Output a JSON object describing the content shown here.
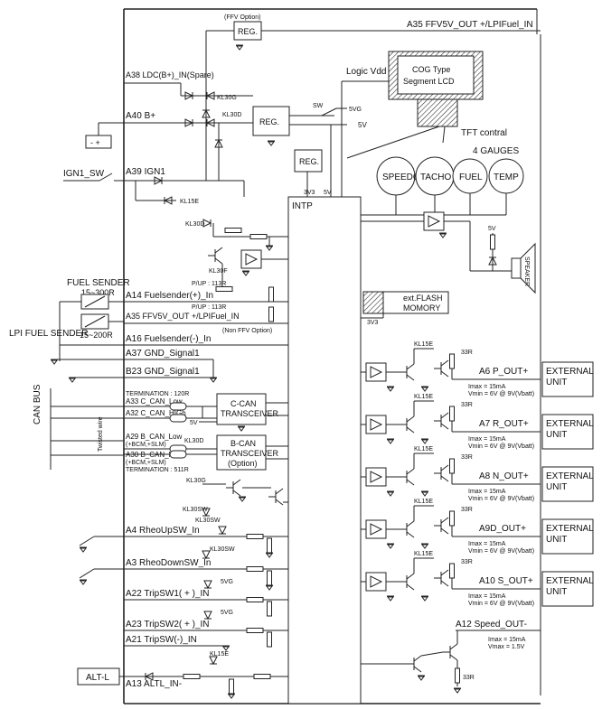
{
  "top": {
    "ffv_option": "(FFV Option)",
    "reg1": "REG.",
    "a35_out": "A35 FFV5V_OUT +/LPIFuel_IN",
    "logic_vdd": "Logic Vdd",
    "lcd_line1": "COG Type",
    "lcd_line2": "Segment LCD",
    "tft_contral": "TFT contral",
    "four_gauges": "4 GAUGES",
    "a38": "A38 LDC(B+)_IN(Spare)",
    "kl30g": "KL30G",
    "a40": "A40 B+",
    "kl30d": "KL30D",
    "reg2": "REG.",
    "sw": "SW",
    "v5g": "5VG",
    "v5": "5V",
    "reg3": "REG.",
    "ign1_sw": "IGN1_SW",
    "a39": "A39 IGN1",
    "kl15e": "KL15E",
    "v3v3": "3V3",
    "v5b": "5V",
    "intp": "INTP"
  },
  "gauges": [
    "SPEEDO",
    "TACHO",
    "FUEL",
    "TEMP"
  ],
  "left": {
    "kl30d_b": "KL30D",
    "kl30f": "KL30F",
    "fuel_sender": "FUEL SENDER",
    "fuel_sender_range": "15~300R",
    "pup1": "P/UP : 113R",
    "a14": "A14 Fuelsender(+)_In",
    "pup2": "P/UP : 113R",
    "a35b": "A35 FFV5V_OUT +/LPIFuel_IN",
    "lpi_sender": "LPI FUEL SENDER",
    "lpi_range": "15~200R",
    "non_ffv": "(Non FFV Option)",
    "a16": "A16 Fuelsender(-)_In",
    "a37": "A37 GND_Signal1",
    "b23": "B23 GND_Signal1",
    "termination1": "TERMINATION : 120R",
    "a33": "A33 C_CAN_Low",
    "a32": "A32 C_CAN_HIGh",
    "can_bus": "CAN BUS",
    "twisted": "Twisted wire",
    "ccan1": "C-CAN",
    "ccan2": "TRANSCEIVER",
    "v5c": "5V",
    "kl30d_c": "KL30D",
    "a29": "A29 B_CAN_Low",
    "a29b": "(+BCM,+SLM)",
    "a30": "A30 B_CAN_HIGh",
    "a30b": "(+BCM,+SLM)",
    "bcan1": "B-CAN",
    "bcan2": "TRANSCEIVER",
    "bcan3": "(Option)",
    "termination2": "TERMINATION : 511R",
    "kl30g_b": "KL30G",
    "kl30sw": "KL30SW",
    "kl30sw_b": "KL30SW",
    "a4": "A4 RheoUpSW_In",
    "kl30sw_c": "KL30SW",
    "a3": "A3 RheoDownSW_In",
    "v5g_b": "5VG",
    "a22": "A22 TripSW1( + )_IN",
    "v5g_c": "5VG",
    "a23": "A23 TripSW2( + )_IN",
    "a21": "A21 TripSW(-)_IN",
    "kl15e_b": "KL15E",
    "altl_box": "ALT-L",
    "a13": "A13 ALTL_IN-"
  },
  "right": {
    "v5d": "5V",
    "speaker": "SPEAKER",
    "flash1": "ext.FLASH",
    "flash2": "MOMORY",
    "v3v3b": "3V3",
    "outputs": [
      {
        "kl": "KL15E",
        "r": "33R",
        "label": "A6 P_OUT+",
        "imax": "Imax = 15mA",
        "vmin": "Vmin = 6V @ 9V(Vbatt)",
        "ext1": "EXTERNAL",
        "ext2": "UNIT"
      },
      {
        "kl": "KL15E",
        "r": "33R",
        "label": "A7 R_OUT+",
        "imax": "Imax = 15mA",
        "vmin": "Vmin = 6V @ 9V(Vbatt)",
        "ext1": "EXTERNAL",
        "ext2": "UNIT"
      },
      {
        "kl": "KL15E",
        "r": "33R",
        "label": "A8 N_OUT+",
        "imax": "Imax = 15mA",
        "vmin": "Vmin = 6V @ 9V(Vbatt)",
        "ext1": "EXTERNAL",
        "ext2": "UNIT"
      },
      {
        "kl": "KL15E",
        "r": "33R",
        "label": "A9D_OUT+",
        "imax": "Imax = 15mA",
        "vmin": "Vmin = 6V @ 9V(Vbatt)",
        "ext1": "EXTERNAL",
        "ext2": "UNIT"
      },
      {
        "kl": "KL15E",
        "r": "33R",
        "label": "A10 S_OUT+",
        "imax": "Imax = 15mA",
        "vmin": "Vmin = 6V @ 9V(Vbatt)",
        "ext1": "EXTERNAL",
        "ext2": "UNIT"
      }
    ],
    "a12": "A12 Speed_OUT-",
    "a12_imax": "Imax = 15mA",
    "a12_vmax": "Vmax = 1.5V",
    "r33": "33R"
  }
}
